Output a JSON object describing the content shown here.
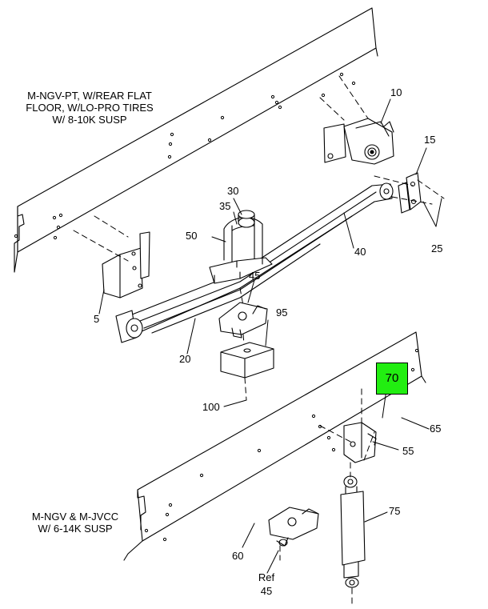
{
  "captions": {
    "upper": "M-NGV-PT, W/REAR FLAT\nFLOOR, W/LO-PRO TIRES\nW/ 8-10K SUSP",
    "lower": "M-NGV & M-JVCC\nW/ 6-14K SUSP"
  },
  "callouts": {
    "c10": "10",
    "c15": "15",
    "c30": "30",
    "c35": "35",
    "c50": "50",
    "c40": "40",
    "c25": "25",
    "c5": "5",
    "c45": "45",
    "c95": "95",
    "c20": "20",
    "c100": "100",
    "c70": "70",
    "c65": "65",
    "c55": "55",
    "c75": "75",
    "c60": "60",
    "ref": "Ref",
    "ref45": "45"
  },
  "colors": {
    "highlight": "#22ee11",
    "line": "#000000"
  }
}
